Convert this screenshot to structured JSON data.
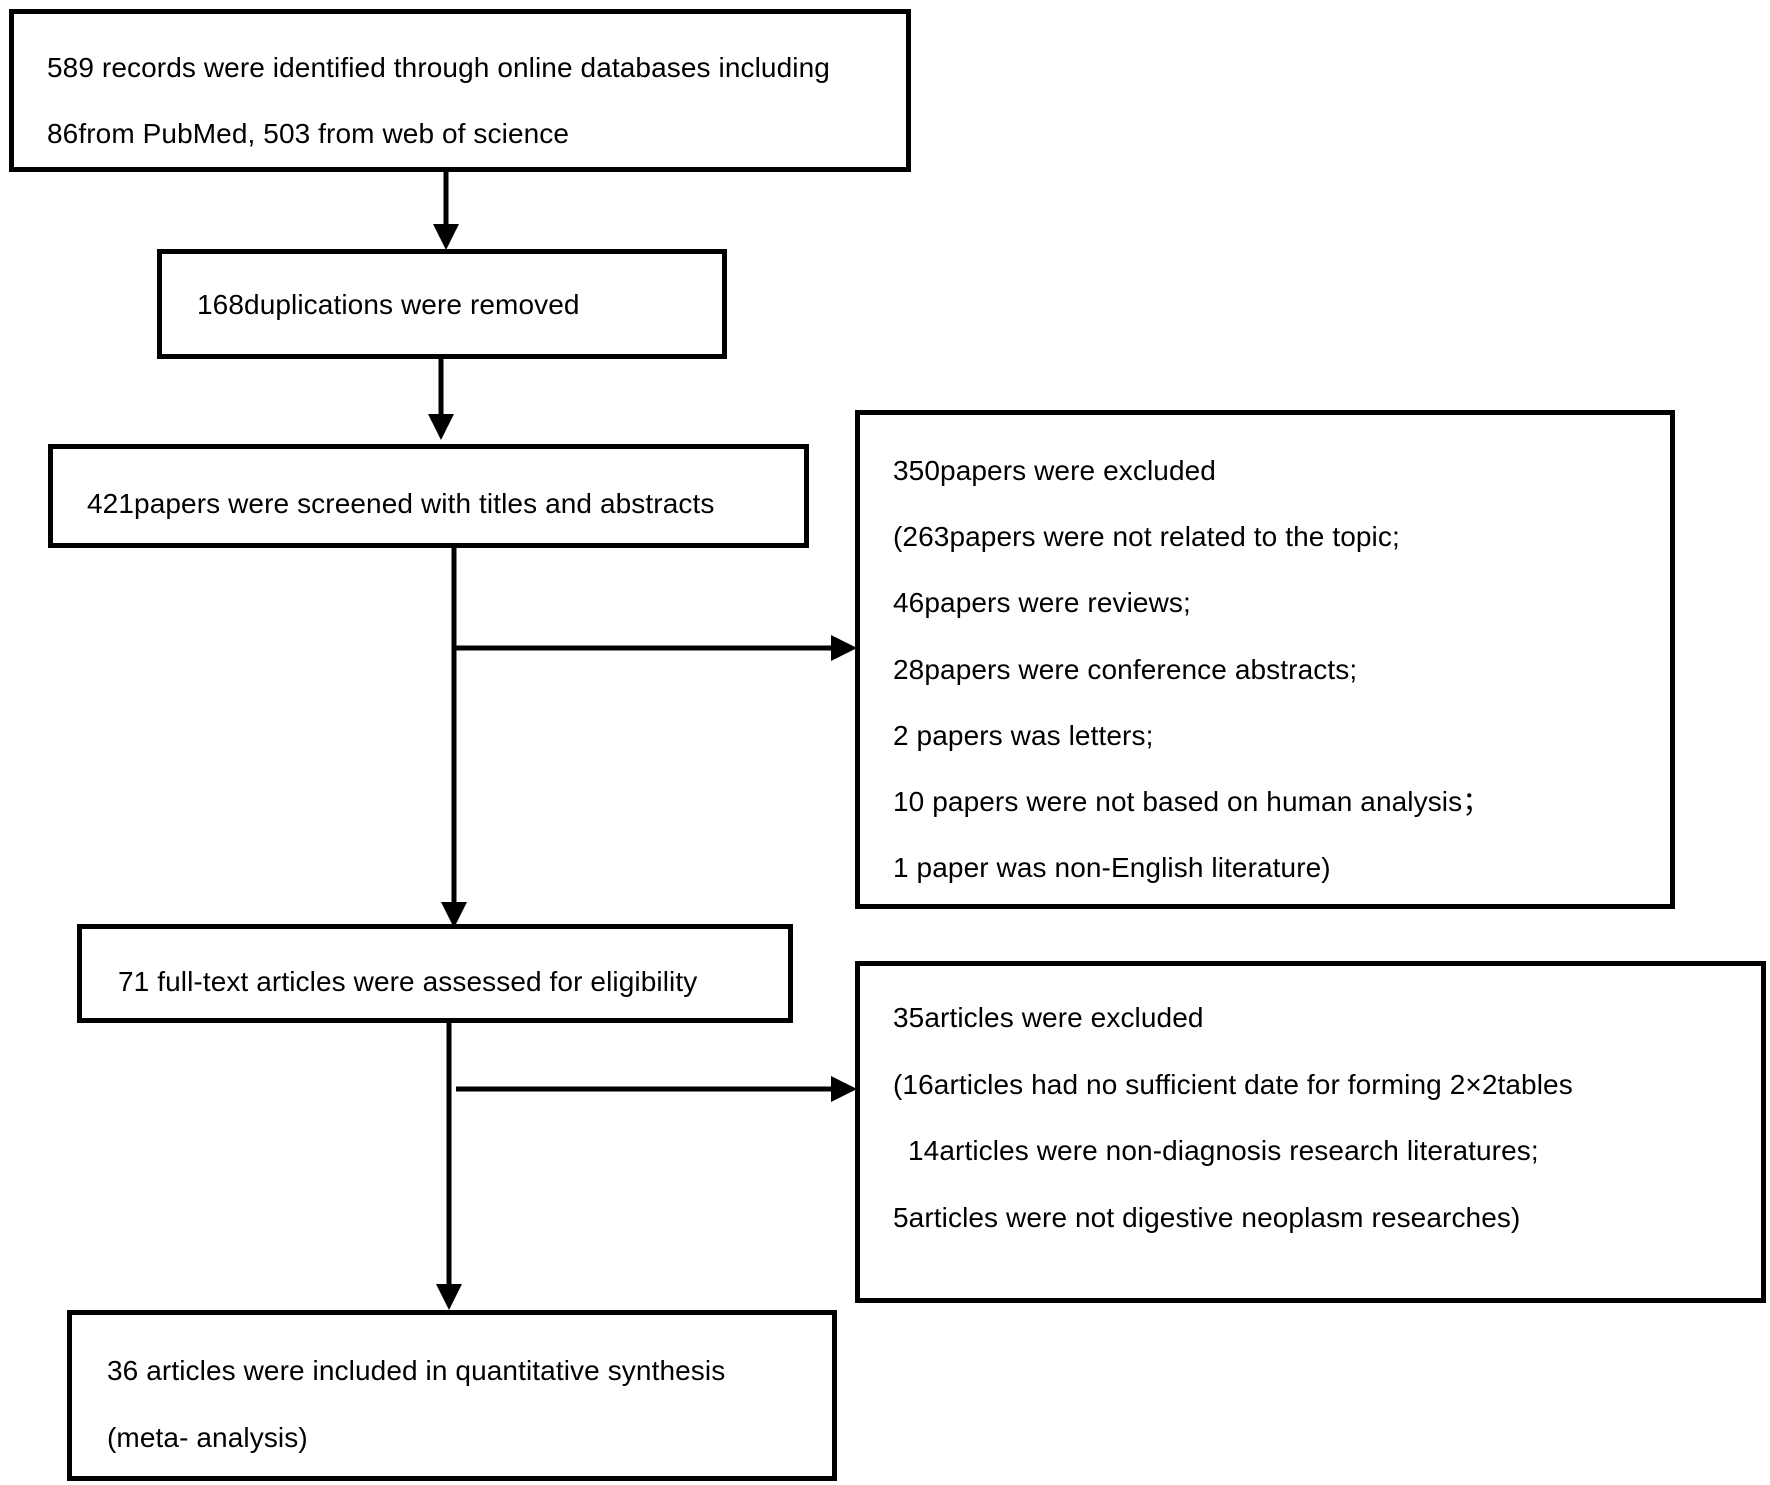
{
  "boxes": {
    "identified": {
      "lines": [
        "589 records were identified through online databases including",
        "86from PubMed, 503 from web of science"
      ]
    },
    "duplicates": {
      "lines": [
        "168duplications were removed"
      ]
    },
    "screened": {
      "lines": [
        "421papers were screened with titles and abstracts"
      ]
    },
    "excluded_screening": {
      "lines": [
        "350papers were excluded",
        "(263papers were not related to the topic;",
        "46papers were reviews;",
        "28papers were conference abstracts;",
        "2 papers was letters;",
        "10 papers were not based on human analysis；",
        "1 paper was non-English literature)"
      ]
    },
    "full_text": {
      "lines": [
        "71 full-text articles were assessed for eligibility"
      ]
    },
    "excluded_full_text": {
      "lines": [
        "35articles were excluded",
        "(16articles had no sufficient date for forming 2×2tables",
        "14articles were non-diagnosis research literatures;",
        "5articles were not digestive neoplasm researches)"
      ]
    },
    "included": {
      "lines": [
        "36 articles were included in quantitative synthesis",
        "(meta- analysis)"
      ]
    }
  }
}
